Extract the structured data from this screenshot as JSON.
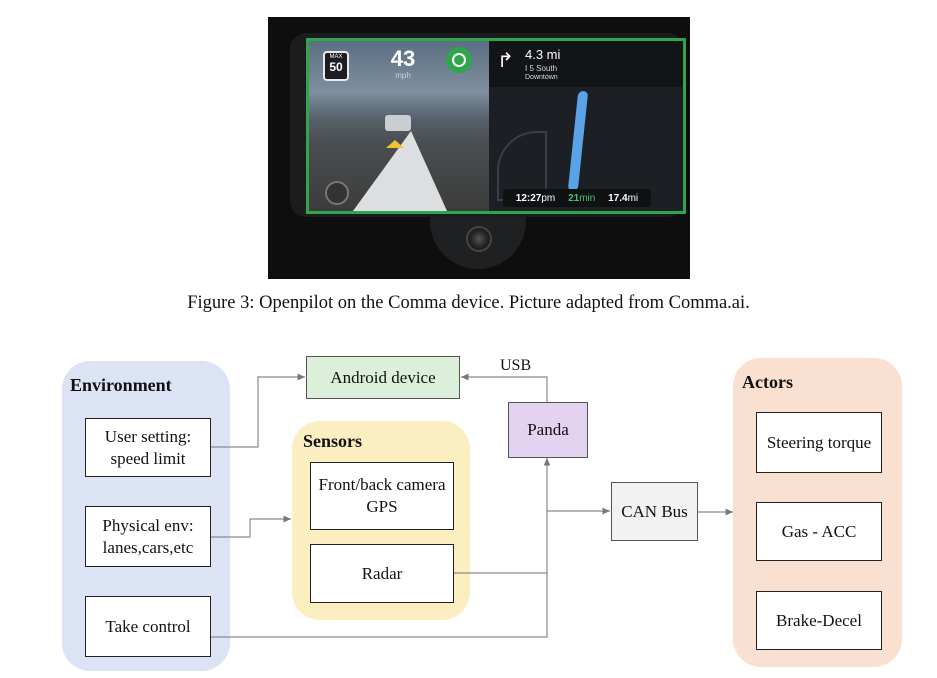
{
  "photo": {
    "speed_limit_label": "MAX",
    "speed_limit_value": "50",
    "current_speed": "43",
    "speed_unit": "mph",
    "turn_symbol": "↱",
    "nav_distance": "4.3 mi",
    "nav_road": "I 5 South",
    "nav_city": "Downtown",
    "eta_time": "12:27",
    "eta_time_unit": "pm",
    "eta_minutes": "21",
    "eta_minutes_unit": "min",
    "eta_distance": "17.4",
    "eta_distance_unit": "mi",
    "colors": {
      "engaged_border": "#2fa64b",
      "route": "#5aa3e6",
      "eta_minutes": "#45c46b"
    }
  },
  "caption": "Figure 3: Openpilot on the Comma device. Picture adapted from Comma.ai.",
  "diagram": {
    "groups": {
      "environment": "Environment",
      "sensors": "Sensors",
      "actors": "Actors"
    },
    "environment_items": {
      "user_setting": "User setting:\nspeed limit",
      "physical_env": "Physical env:\nlanes,cars,etc",
      "take_control": "Take control"
    },
    "sensor_items": {
      "camera_gps": "Front/back camera\nGPS",
      "radar": "Radar"
    },
    "nodes": {
      "android_device": "Android device",
      "panda": "Panda",
      "can_bus": "CAN Bus",
      "usb_label": "USB"
    },
    "actor_items": {
      "steering": "Steering torque",
      "gas": "Gas - ACC",
      "brake": "Brake-Decel"
    },
    "colors": {
      "environment_bg": "#dbe3f4",
      "sensors_bg": "#fbeec0",
      "actors_bg": "#fae0d0",
      "android_bg": "#dcefdb",
      "panda_bg": "#e3d2f0",
      "can_bg": "#f1f1f1"
    }
  }
}
